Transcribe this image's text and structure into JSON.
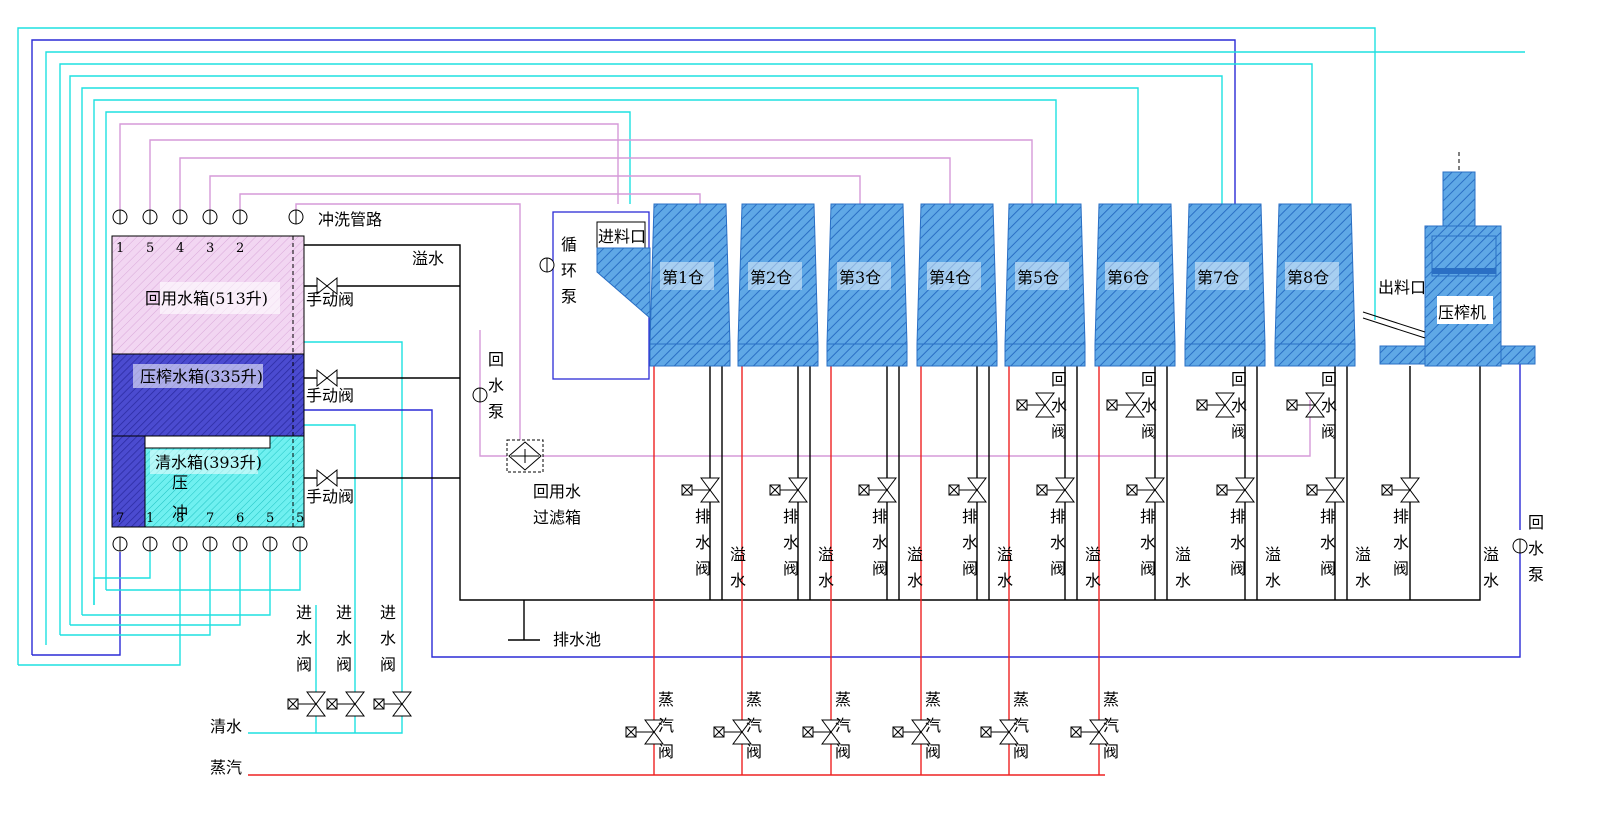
{
  "colors": {
    "cyan": "#1ee0e0",
    "blue": "#2b2bd6",
    "pink": "#d59ad9",
    "red": "#ee2222",
    "black": "#000000",
    "bin_fill": "#5fa8e6",
    "bin_hatch": "#2a6fc4",
    "tank_pink": "#f2d6f2",
    "tank_blue": "#4b4bd0",
    "tank_cyan": "#6ff0f0"
  },
  "labels": {
    "flush_line": "冲洗管路",
    "overflow_top": "溢水",
    "manual_valve": "手动阀",
    "return_tank": "回用水箱(513升)",
    "press_tank": "压榨水箱(335升)",
    "clean_tank": "清水箱(393升)",
    "clean_tank_sub1": "压",
    "clean_tank_sub2": "冲",
    "return_pump_v": [
      "回",
      "水",
      "泵"
    ],
    "circ_pump_v": [
      "循",
      "环",
      "泵"
    ],
    "filter_box_l1": "回用水",
    "filter_box_l2": "过滤箱",
    "feed_inlet": "进料口",
    "discharge": "出料口",
    "press_machine": "压榨机",
    "drain_pool": "排水池",
    "clean_water": "清水",
    "steam": "蒸汽",
    "inlet_valve_v": [
      "进",
      "水",
      "阀"
    ],
    "steam_valve_v": [
      "蒸",
      "汽",
      "阀"
    ],
    "drain_valve_v": [
      "排",
      "水",
      "阀"
    ],
    "overflow_v": [
      "溢",
      "水"
    ],
    "return_valve_v": [
      "回",
      "水",
      "阀"
    ],
    "right_pump_v": [
      "回",
      "水",
      "泵"
    ]
  },
  "top_tank_numbers": [
    "1",
    "5",
    "4",
    "3",
    "2"
  ],
  "bottom_tank_numbers": [
    "7",
    "1",
    "8",
    "7",
    "6",
    "5"
  ],
  "bins": [
    "第1仓",
    "第2仓",
    "第3仓",
    "第4仓",
    "第5仓",
    "第6仓",
    "第7仓",
    "第8仓"
  ]
}
